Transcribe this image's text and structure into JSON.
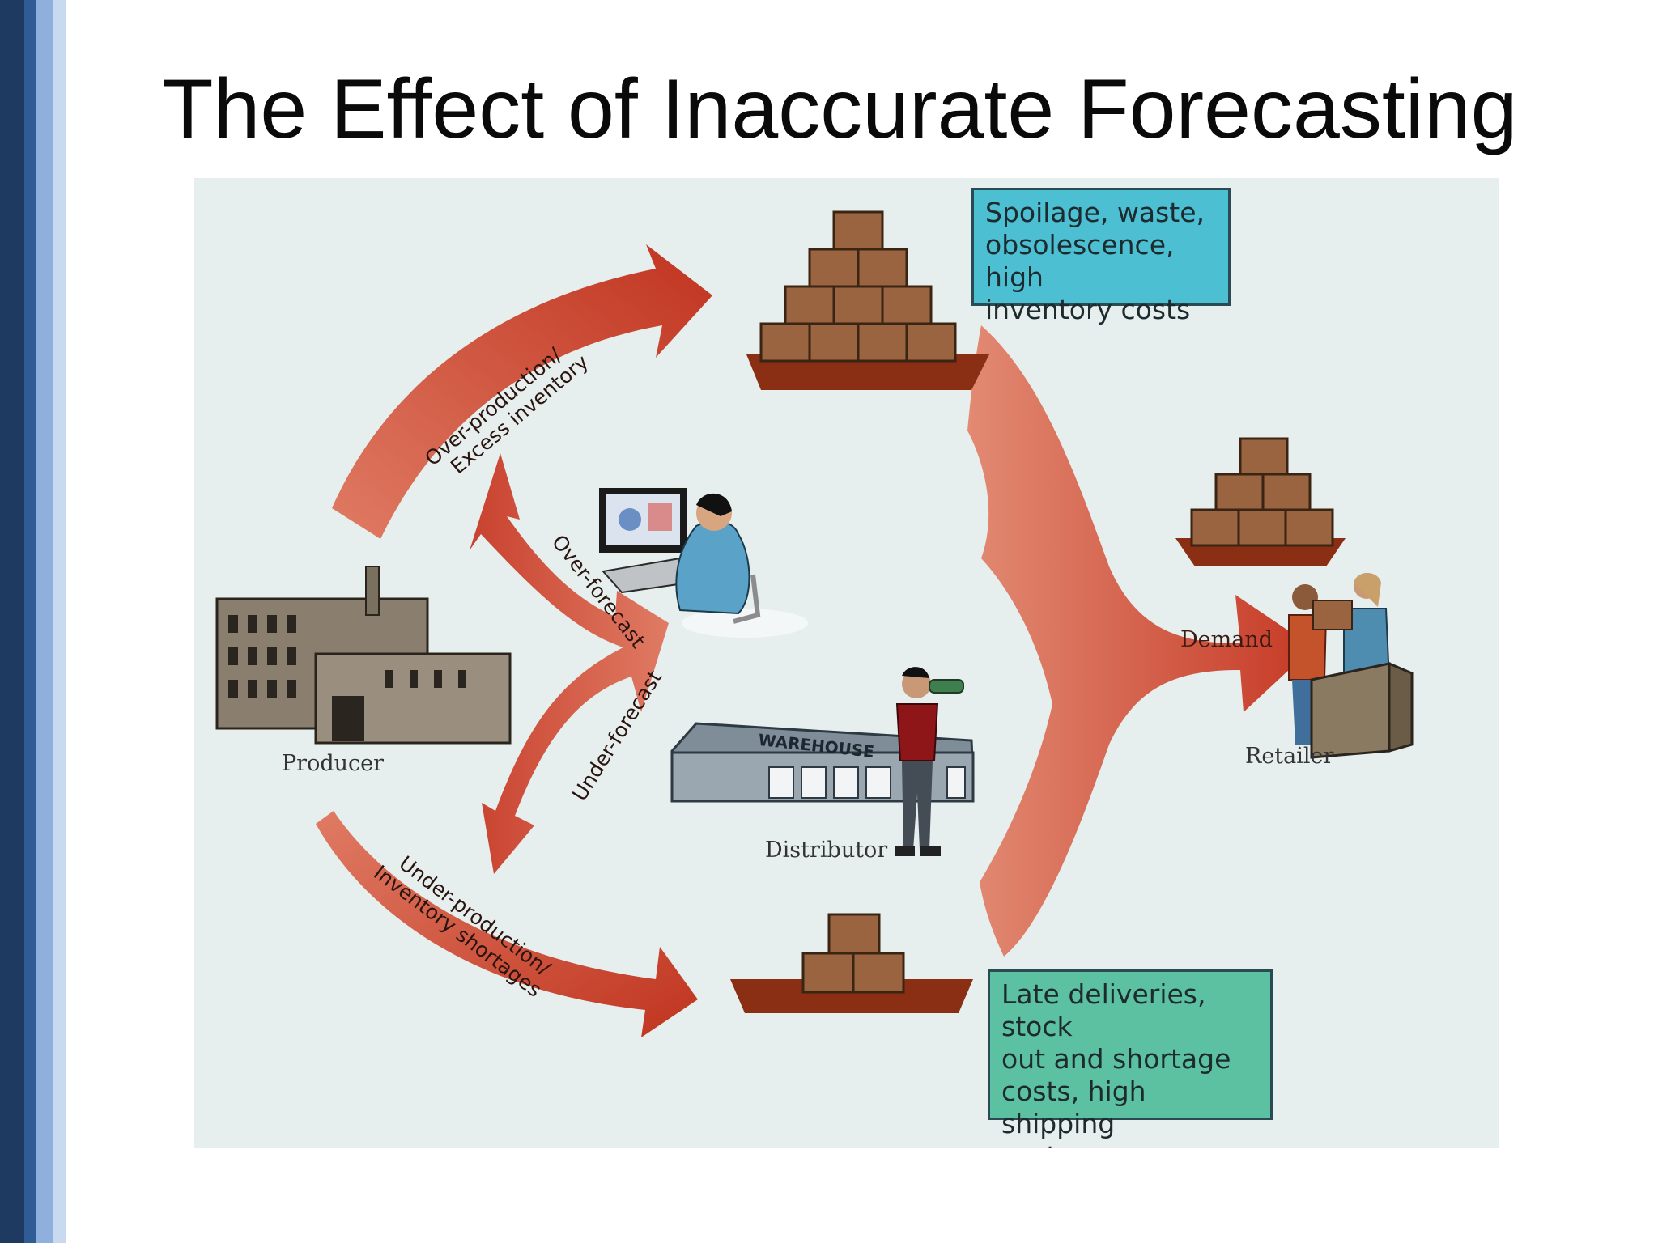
{
  "slide": {
    "title": "The Effect of Inaccurate Forecasting"
  },
  "colors": {
    "stripes": [
      "#1f3a61",
      "#2f5c95",
      "#8fb0dc",
      "#c9d9ef"
    ],
    "panel_background": "#e6efed",
    "arrow_red": "#c8412e",
    "arrow_light": "#e07b64",
    "callout_top_bg": "#4cbfd2",
    "callout_bottom_bg": "#5cc1a1",
    "box_brown": "#9b6440",
    "pallet": "#8a2f14"
  },
  "diagram": {
    "nodes": {
      "producer": "Producer",
      "distributor": "Distributor",
      "retailer": "Retailer",
      "demand": "Demand"
    },
    "arrows": {
      "over_production": [
        "Over-production/",
        "Excess inventory"
      ],
      "under_production": [
        "Under-production/",
        "Inventory shortages"
      ],
      "over_forecast": "Over-forecast",
      "under_forecast": "Under-forecast"
    },
    "callouts": {
      "top": [
        "Spoilage, waste,",
        "obsolescence, high",
        "inventory costs"
      ],
      "bottom": [
        "Late deliveries, stock",
        "out and shortage",
        "costs, high shipping",
        "costs."
      ]
    },
    "warehouse_sign": "WAREHOUSE"
  }
}
